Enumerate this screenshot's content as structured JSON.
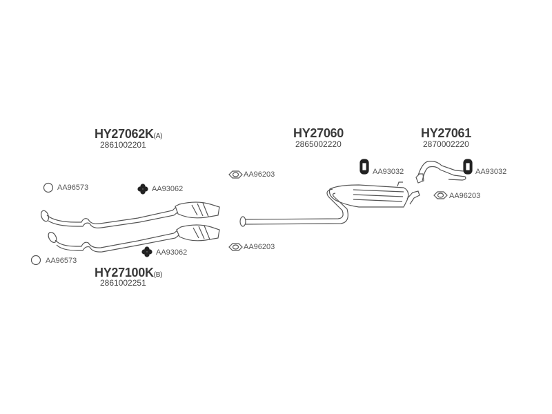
{
  "groups": [
    {
      "code": "HY27062K",
      "suffix": "(A)",
      "oem": "2861002201"
    },
    {
      "code": "HY27100K",
      "suffix": "(B)",
      "oem": "2861002251"
    },
    {
      "code": "HY27060",
      "suffix": "",
      "oem": "2865002220"
    },
    {
      "code": "HY27061",
      "suffix": "",
      "oem": "2870002220"
    }
  ],
  "parts": [
    {
      "label": "AA96573",
      "icon": "ring-gasket-icon"
    },
    {
      "label": "AA93062",
      "icon": "rubber-mount-icon"
    },
    {
      "label": "AA96203",
      "icon": "flange-gasket-icon"
    },
    {
      "label": "AA96203",
      "icon": "flange-gasket-icon"
    },
    {
      "label": "AA93062",
      "icon": "rubber-mount-icon"
    },
    {
      "label": "AA96573",
      "icon": "ring-gasket-icon"
    },
    {
      "label": "AA93032",
      "icon": "hanger-icon"
    },
    {
      "label": "AA93032",
      "icon": "hanger-icon"
    },
    {
      "label": "AA96203",
      "icon": "flange-gasket-icon"
    }
  ]
}
